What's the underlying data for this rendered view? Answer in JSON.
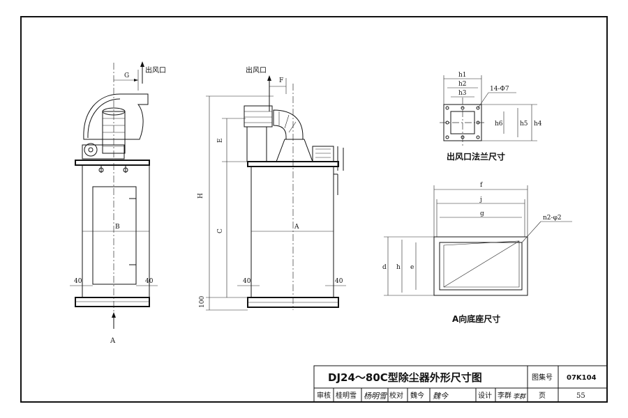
{
  "views": {
    "side": {
      "outlet_label": "出风口",
      "dim_g": "G",
      "dim_b": "B",
      "dim_40_left": "40",
      "dim_40_right": "40",
      "arrow_a": "A"
    },
    "front": {
      "outlet_label": "出风口",
      "dim_f": "F",
      "dim_e": "E",
      "dim_h": "H",
      "dim_c": "C",
      "dim_a": "A",
      "dim_40_left": "40",
      "dim_40_right": "40",
      "dim_100": "100"
    },
    "flange": {
      "caption": "出风口法兰尺寸",
      "dim_h1": "h1",
      "dim_h2": "h2",
      "dim_h3": "h3",
      "dim_h4": "h4",
      "dim_h5": "h5",
      "dim_h6": "h6",
      "hole_note": "14-Φ7"
    },
    "base": {
      "caption": "A向底座尺寸",
      "dim_f": "f",
      "dim_j": "j",
      "dim_g": "g",
      "dim_d": "d",
      "dim_h": "h",
      "dim_e": "e",
      "hole_note": "n2-φ2"
    }
  },
  "title_block": {
    "title": "DJ24～80C型除尘器外形尺寸图",
    "atlas_label": "图集号",
    "atlas_number": "07K104",
    "page_label": "页",
    "page_number": "55",
    "review_label": "审核",
    "reviewer": "桂明雪",
    "reviewer_sign": "杨明雪",
    "check_label": "校对",
    "checker": "魏今",
    "checker_sign": "魏今",
    "design_label": "设计",
    "designer": "李群",
    "designer_sign": "李群"
  }
}
